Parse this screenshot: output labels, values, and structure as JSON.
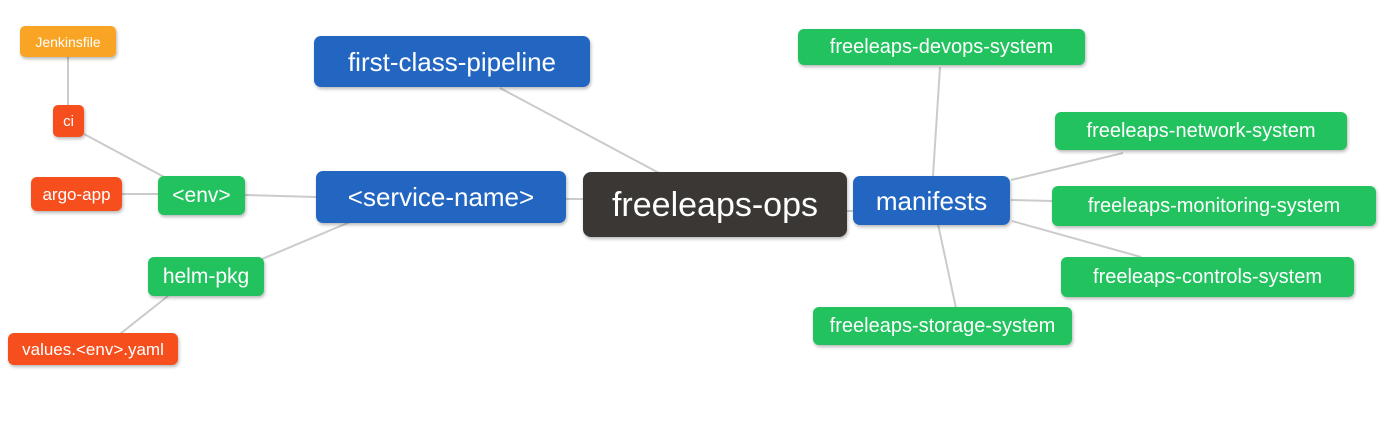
{
  "diagram": {
    "kind": "mindmap",
    "root_label": "freeleaps-ops"
  },
  "colors": {
    "background": "#ffffff",
    "edge": "#cbcbcb",
    "root_node": "#3a3734",
    "primary_node": "#2266c2",
    "green_node": "#22c35f",
    "red_node": "#f74e1e",
    "amber_node": "#f9a424",
    "node_text": "#ffffff"
  },
  "nodes": [
    {
      "id": "jenkinsfile",
      "label": "Jenkinsfile",
      "color": "#f9a424"
    },
    {
      "id": "ci",
      "label": "ci",
      "color": "#f74e1e"
    },
    {
      "id": "argo-app",
      "label": "argo-app",
      "color": "#f74e1e"
    },
    {
      "id": "env",
      "label": "<env>",
      "color": "#22c35f"
    },
    {
      "id": "helm-pkg",
      "label": "helm-pkg",
      "color": "#22c35f"
    },
    {
      "id": "values-env-yaml",
      "label": "values.<env>.yaml",
      "color": "#f74e1e"
    },
    {
      "id": "first-class-pipeline",
      "label": "first-class-pipeline",
      "color": "#2266c2"
    },
    {
      "id": "service-name",
      "label": "<service-name>",
      "color": "#2266c2"
    },
    {
      "id": "freeleaps-ops",
      "label": "freeleaps-ops",
      "color": "#3a3734"
    },
    {
      "id": "manifests",
      "label": "manifests",
      "color": "#2266c2"
    },
    {
      "id": "freeleaps-devops-system",
      "label": "freeleaps-devops-system",
      "color": "#22c35f"
    },
    {
      "id": "freeleaps-network-system",
      "label": "freeleaps-network-system",
      "color": "#22c35f"
    },
    {
      "id": "freeleaps-monitoring-system",
      "label": "freeleaps-monitoring-system",
      "color": "#22c35f"
    },
    {
      "id": "freeleaps-controls-system",
      "label": "freeleaps-controls-system",
      "color": "#22c35f"
    },
    {
      "id": "freeleaps-storage-system",
      "label": "freeleaps-storage-system",
      "color": "#22c35f"
    }
  ],
  "edges": [
    [
      "jenkinsfile",
      "ci"
    ],
    [
      "ci",
      "env"
    ],
    [
      "argo-app",
      "env"
    ],
    [
      "env",
      "service-name"
    ],
    [
      "helm-pkg",
      "service-name"
    ],
    [
      "values-env-yaml",
      "helm-pkg"
    ],
    [
      "first-class-pipeline",
      "freeleaps-ops"
    ],
    [
      "service-name",
      "freeleaps-ops"
    ],
    [
      "freeleaps-ops",
      "manifests"
    ],
    [
      "manifests",
      "freeleaps-devops-system"
    ],
    [
      "manifests",
      "freeleaps-network-system"
    ],
    [
      "manifests",
      "freeleaps-monitoring-system"
    ],
    [
      "manifests",
      "freeleaps-controls-system"
    ],
    [
      "manifests",
      "freeleaps-storage-system"
    ]
  ]
}
